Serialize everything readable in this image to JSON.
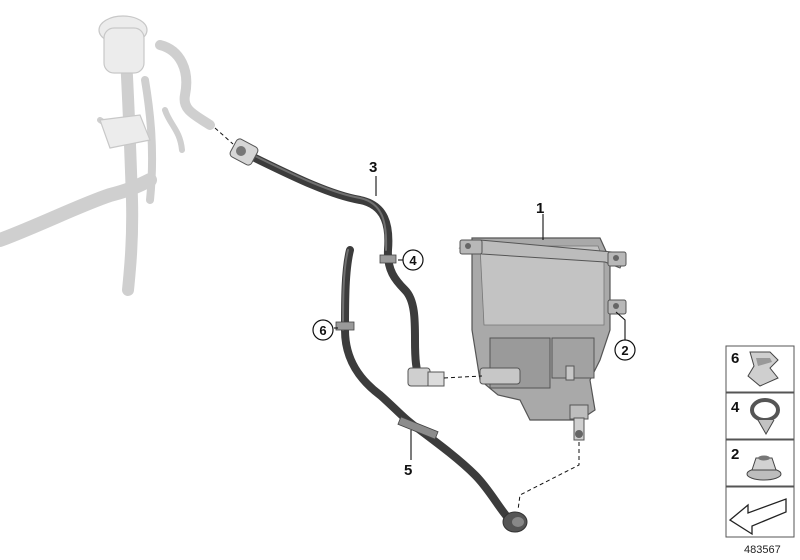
{
  "diagram_id": "483567",
  "callouts": [
    {
      "id": "1",
      "circled": false
    },
    {
      "id": "2",
      "circled": true
    },
    {
      "id": "3",
      "circled": false
    },
    {
      "id": "4",
      "circled": true
    },
    {
      "id": "5",
      "circled": false
    },
    {
      "id": "6",
      "circled": true
    }
  ],
  "legend": [
    {
      "id": "6",
      "icon": "hose-clip-icon"
    },
    {
      "id": "4",
      "icon": "hose-clamp-icon"
    },
    {
      "id": "2",
      "icon": "hex-nut-icon"
    },
    {
      "id": "",
      "icon": "direction-arrow-icon"
    }
  ]
}
